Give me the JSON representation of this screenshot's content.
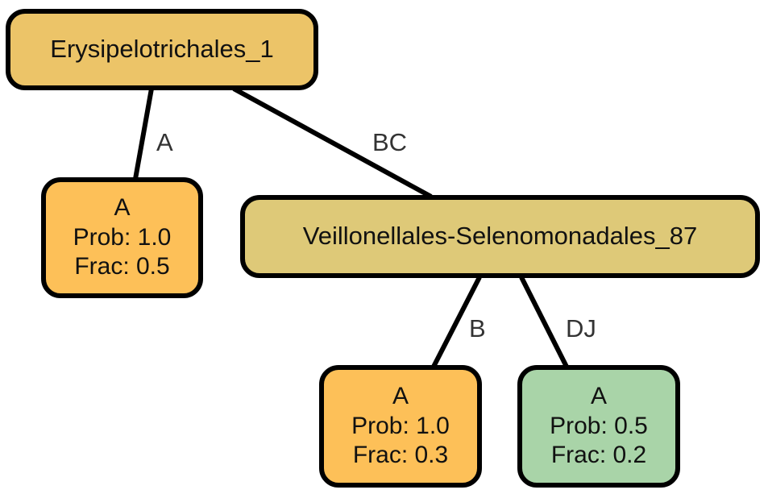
{
  "colors": {
    "root": "#ECC468",
    "internal": "#DEC978",
    "leaf_orange": "#FDC058",
    "leaf_green": "#A9D4A8",
    "edge": "#000000",
    "label": "#333333"
  },
  "nodes": {
    "root": {
      "label": "Erysipelotrichales_1"
    },
    "internal": {
      "label": "Veillonellales-Selenomonadales_87"
    },
    "leaf1": {
      "name": "A",
      "prob": "Prob: 1.0",
      "frac": "Frac: 0.5"
    },
    "leaf2": {
      "name": "A",
      "prob": "Prob: 1.0",
      "frac": "Frac: 0.3"
    },
    "leaf3": {
      "name": "A",
      "prob": "Prob: 0.5",
      "frac": "Frac: 0.2"
    }
  },
  "edges": {
    "root_leaf1": "A",
    "root_internal": "BC",
    "internal_leaf2": "B",
    "internal_leaf3": "DJ"
  }
}
